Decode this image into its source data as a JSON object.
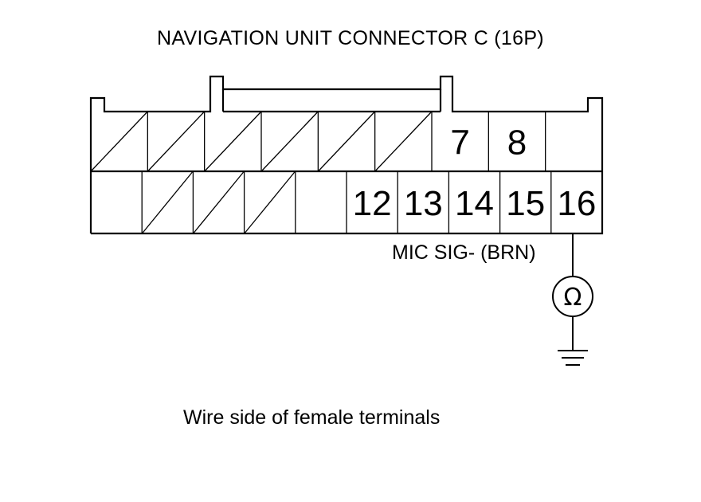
{
  "title": "NAVIGATION UNIT CONNECTOR C (16P)",
  "caption": "Wire side of female terminals",
  "wire_label": "MIC SIG- (BRN)",
  "meter_symbol": "Ω",
  "meter_icon": "ohmmeter-icon",
  "ground_icon": "ground-icon",
  "connector": {
    "top_row": [
      "",
      "",
      "",
      "",
      "",
      "",
      "7",
      "8",
      ""
    ],
    "bottom_row": [
      "",
      "",
      "",
      "",
      "",
      "12",
      "13",
      "14",
      "15",
      "16"
    ],
    "top_hatched": [
      true,
      true,
      true,
      true,
      true,
      true,
      false,
      false,
      false
    ],
    "bottom_hatched": [
      false,
      true,
      true,
      true,
      false,
      false,
      false,
      false,
      false,
      false
    ],
    "probed_terminal": "16"
  },
  "colors": {
    "line": "#000000",
    "background": "#ffffff"
  }
}
